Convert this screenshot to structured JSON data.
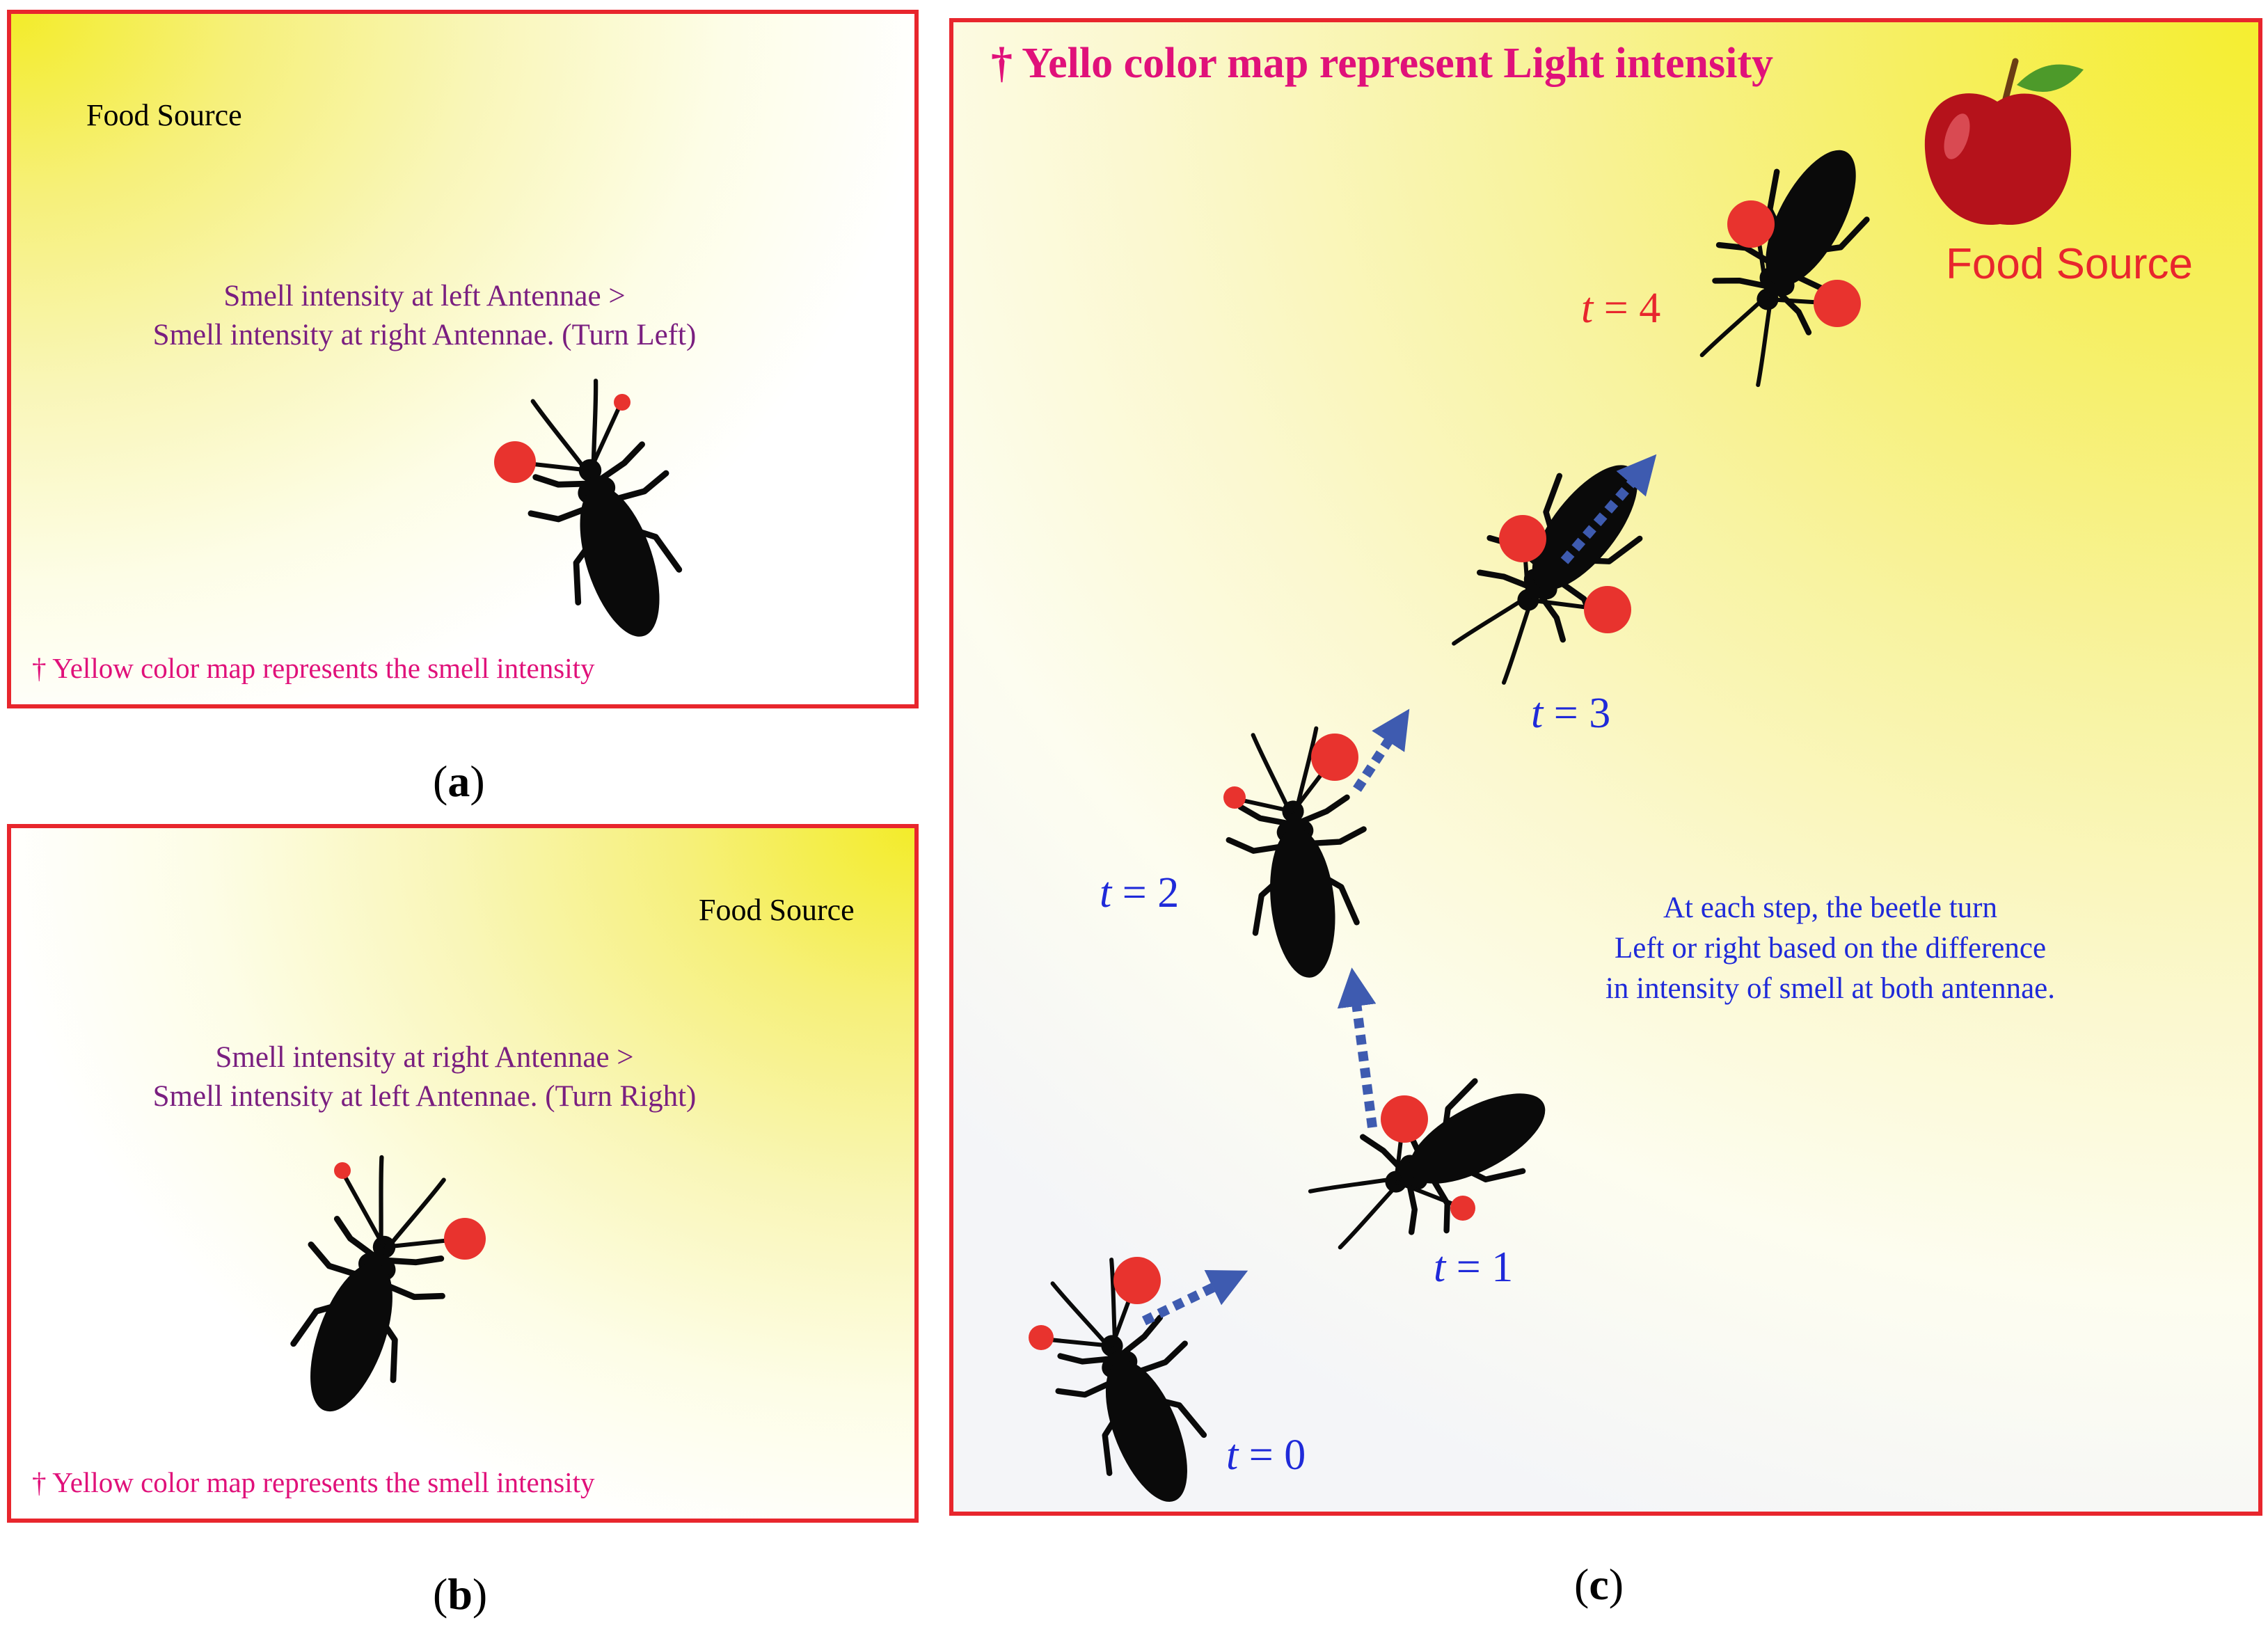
{
  "panel_a": {
    "food_label": "Food Source",
    "smell_line1": "Smell intensity at left Antennae >",
    "smell_line2": "Smell intensity at right Antennae. (Turn Left)",
    "note": "† Yellow color map represents the smell intensity",
    "caption_open": "(",
    "caption_letter": "a",
    "caption_close": ")"
  },
  "panel_b": {
    "food_label": "Food Source",
    "smell_line1": "Smell intensity at right Antennae >",
    "smell_line2": "Smell intensity at left Antennae. (Turn Right)",
    "note": "† Yellow color map represents the smell intensity",
    "caption_open": "(",
    "caption_letter": "b",
    "caption_close": ")"
  },
  "panel_c": {
    "title": "† Yello color map represent Light intensity",
    "food_label": "Food Source",
    "explain_line1": "At each step, the beetle turn",
    "explain_line2": "Left or right based on the difference",
    "explain_line3": "in intensity of smell at both antennae.",
    "steps": [
      {
        "var": "t",
        "op": " = ",
        "value": "0"
      },
      {
        "var": "t",
        "op": " = ",
        "value": "1"
      },
      {
        "var": "t",
        "op": " = ",
        "value": "2"
      },
      {
        "var": "t",
        "op": " = ",
        "value": "3"
      },
      {
        "var": "t",
        "op": " = ",
        "value": "4"
      }
    ],
    "caption_open": "(",
    "caption_letter": "c",
    "caption_close": ")"
  },
  "colors": {
    "frame": "#e8262d",
    "beetle": "#0a0a0a",
    "antenna_dot": "#e8332e",
    "arrow": "#3e5bb0",
    "note_text": "#e0117a",
    "smell_text": "#7a1f80",
    "step_blue": "#1f2ad9",
    "step_red": "#e8262d",
    "gradient_yellow": "#f3ec2a"
  },
  "icons": [
    "beetle-icon",
    "apple-icon",
    "antenna-smell-dot",
    "dotted-arrow"
  ]
}
